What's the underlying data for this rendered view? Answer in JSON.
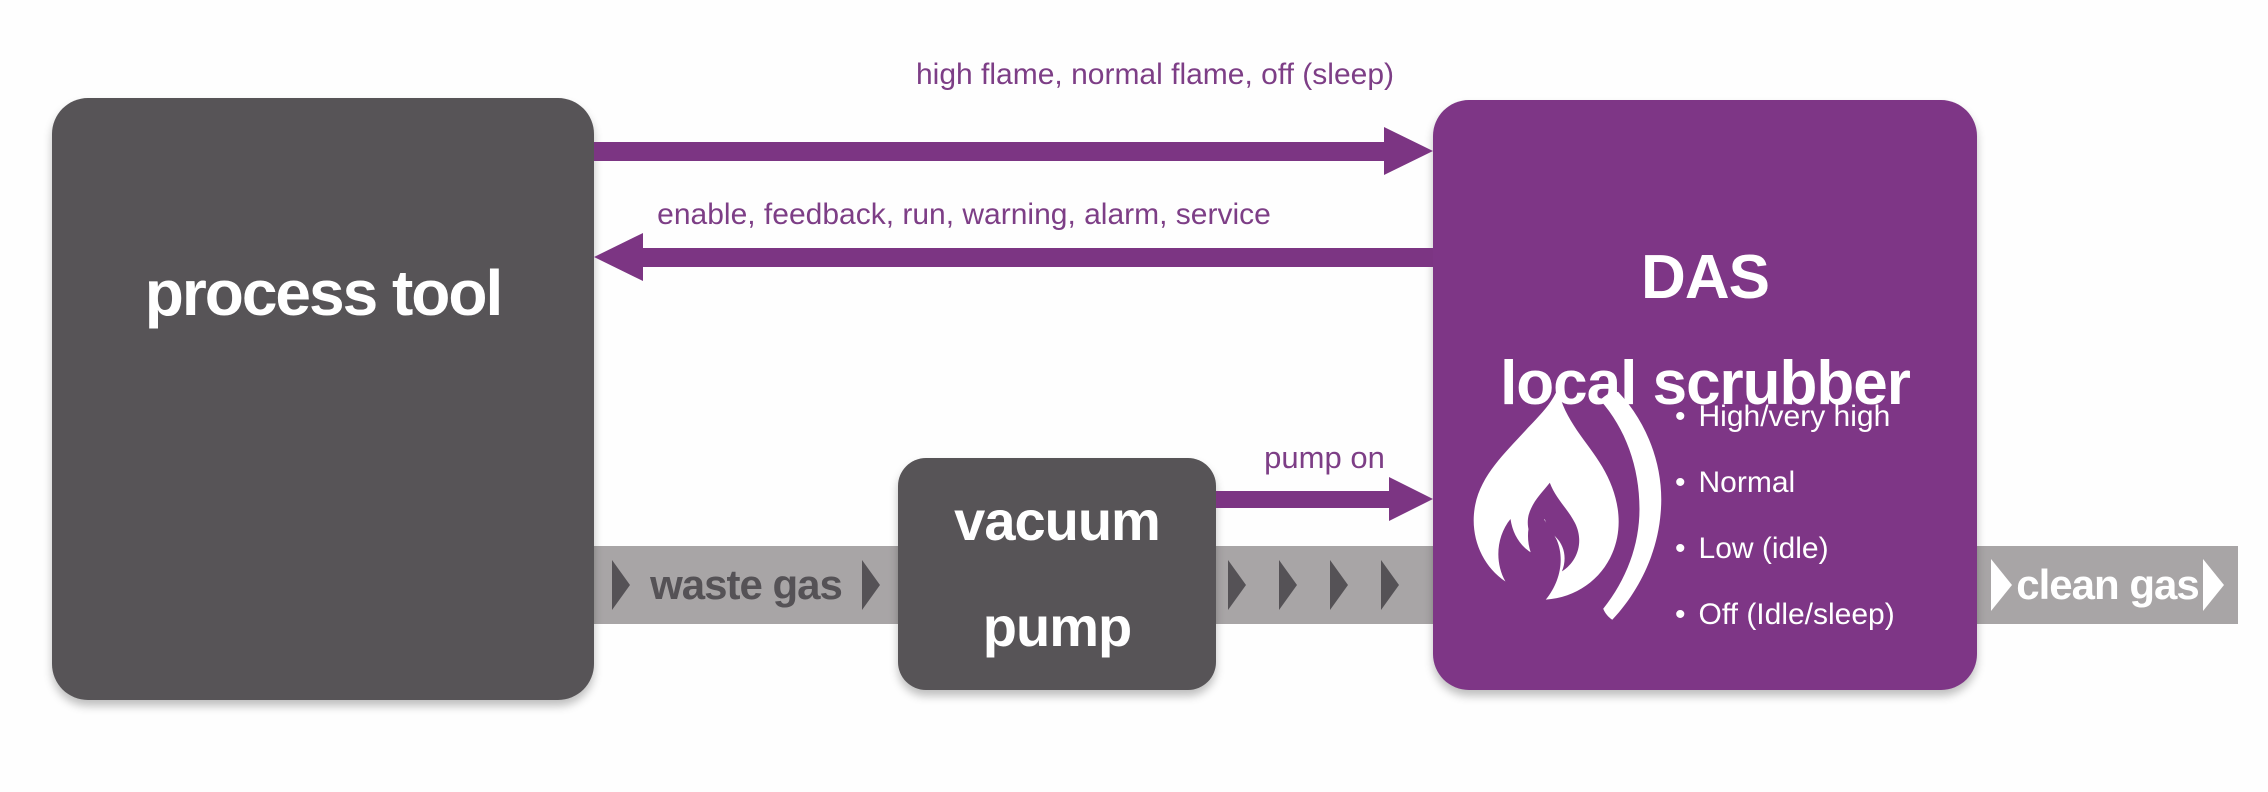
{
  "colors": {
    "box_dark_gray": "#575457",
    "box_purple": "#7e3686",
    "arrow_purple": "#7c3583",
    "label_purple": "#7d3e86",
    "band_gray": "#a8a5a6",
    "band_dark_text": "#555256"
  },
  "nodes": {
    "process_tool": {
      "label": "process tool"
    },
    "vacuum_pump": {
      "line1": "vacuum",
      "line2": "pump"
    },
    "scrubber": {
      "title": "DAS",
      "subtitle": "local scrubber",
      "icon": "flame-icon",
      "modes": [
        {
          "label": "High/very high"
        },
        {
          "label": "Normal"
        },
        {
          "label": "Low (idle)"
        },
        {
          "label": "Off (Idle/sleep)"
        }
      ]
    }
  },
  "signals": {
    "process_to_scrubber": {
      "label": "high flame, normal flame, off (sleep)",
      "direction": "right"
    },
    "scrubber_to_process": {
      "label": "enable, feedback, run, warning, alarm, service",
      "direction": "left"
    },
    "pump_to_scrubber": {
      "label": "pump on",
      "direction": "right"
    }
  },
  "gas_flows": {
    "waste_gas": {
      "label": "waste gas"
    },
    "clean_gas": {
      "label": "clean gas"
    }
  }
}
